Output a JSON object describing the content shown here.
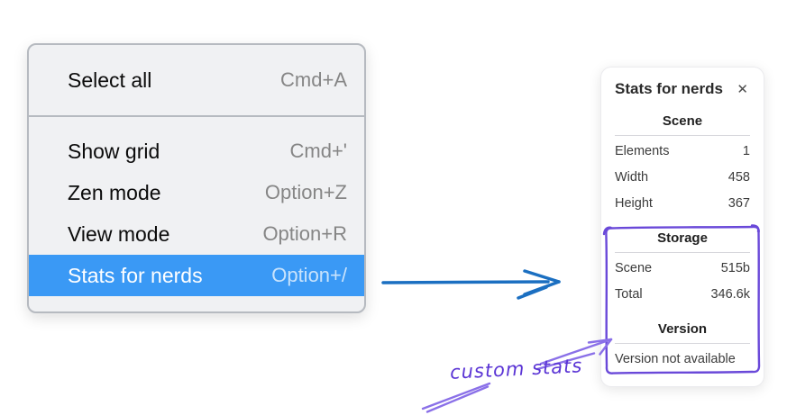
{
  "menu": {
    "groups": [
      {
        "items": [
          {
            "label": "Select all",
            "shortcut": "Cmd+A"
          }
        ]
      },
      {
        "items": [
          {
            "label": "Show grid",
            "shortcut": "Cmd+'"
          },
          {
            "label": "Zen mode",
            "shortcut": "Option+Z"
          },
          {
            "label": "View mode",
            "shortcut": "Option+R"
          },
          {
            "label": "Stats for nerds",
            "shortcut": "Option+/",
            "highlighted": true
          }
        ]
      }
    ],
    "colors": {
      "background": "#f0f1f3",
      "border": "#b6bac0",
      "highlight": "#3a99f5",
      "shortcut_text": "#868686"
    }
  },
  "arrow": {
    "color": "#1b6fc1"
  },
  "stats_panel": {
    "title": "Stats for nerds",
    "close_icon": "✕",
    "sections": [
      {
        "header": "Scene",
        "rows": [
          {
            "label": "Elements",
            "value": "1"
          },
          {
            "label": "Width",
            "value": "458"
          },
          {
            "label": "Height",
            "value": "367"
          }
        ]
      },
      {
        "header": "Storage",
        "rows": [
          {
            "label": "Scene",
            "value": "515b"
          },
          {
            "label": "Total",
            "value": "346.6k"
          }
        ]
      },
      {
        "header": "Version",
        "note": "Version not available"
      }
    ]
  },
  "annotation": {
    "label": "custom stats",
    "text_color": "#5b35d5",
    "line_color": "#8a70e8",
    "box_color": "#6a49d9"
  }
}
